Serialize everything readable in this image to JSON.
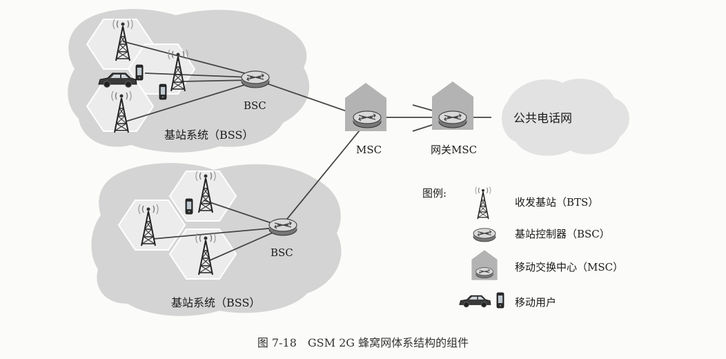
{
  "labels": {
    "bsc_top": "BSC",
    "bss_top": "基站系统（BSS）",
    "bsc_bottom": "BSC",
    "bss_bottom": "基站系统（BSS）",
    "msc": "MSC",
    "gateway_msc": "网关MSC",
    "pstn": "公共电话网"
  },
  "legend": {
    "title": "图例:",
    "items": [
      {
        "icon": "bts-tower-icon",
        "label": "收发基站（BTS）"
      },
      {
        "icon": "bsc-router-icon",
        "label": "基站控制器（BSC）"
      },
      {
        "icon": "msc-switch-icon",
        "label": "移动交换中心（MSC）"
      },
      {
        "icon": "mobile-user-icon",
        "label": "移动用户"
      }
    ]
  },
  "caption": "图 7-18　GSM 2G 蜂窝网体系结构的组件"
}
